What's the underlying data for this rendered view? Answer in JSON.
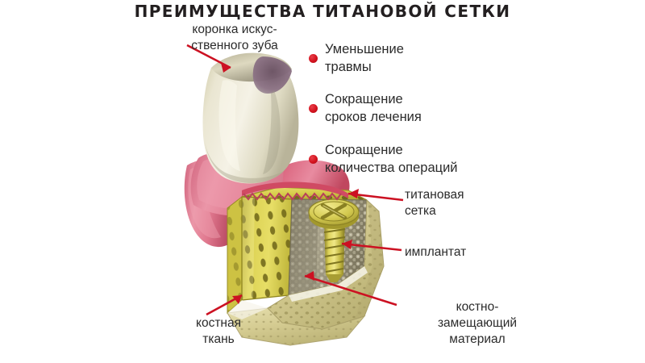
{
  "header": {
    "title": "ПРЕИМУЩЕСТВА ТИТАНОВОЙ СЕТКИ"
  },
  "benefits": {
    "bullet_color": "#d4121e",
    "items": [
      {
        "label": "Уменьшение\nтравмы"
      },
      {
        "label": "Сокращение\nсроков лечения"
      },
      {
        "label": "Сокращение\nколичества операций"
      }
    ]
  },
  "callouts": [
    {
      "name": "crown",
      "label": "коронка искус-\nственного зуба"
    },
    {
      "name": "titanium-mesh",
      "label": "титановая\nсетка"
    },
    {
      "name": "implant",
      "label": "имплантат"
    },
    {
      "name": "bone-substitute",
      "label": "костно-\nзамещающий\nматериал"
    },
    {
      "name": "bone-tissue",
      "label": "костная\nткань"
    }
  ],
  "illustration": {
    "name": "dental-implant-cross-section",
    "colors": {
      "crown": "#e8e4cf",
      "gum": "#e0788e",
      "mesh": "#d8cf4a",
      "screw": "#c9bf45",
      "graft": "#9a947c",
      "bone": "#d9d19a",
      "leader_line": "#cc1122"
    }
  }
}
